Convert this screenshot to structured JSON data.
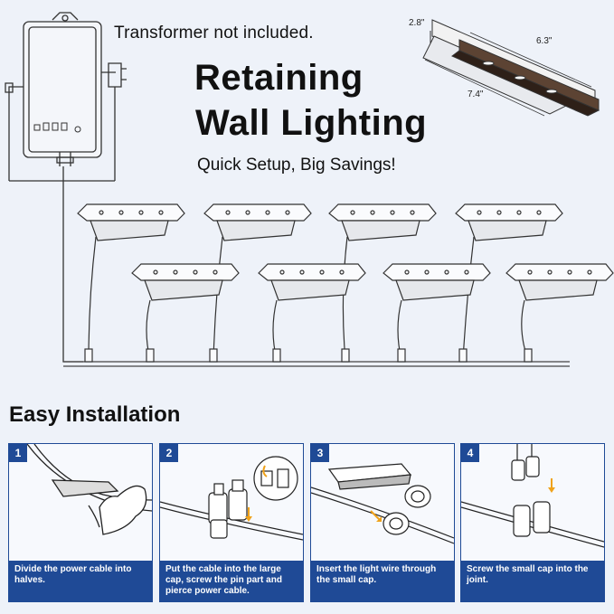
{
  "header": {
    "note": "Transformer not included.",
    "title_line1": "Retaining",
    "title_line2": "Wall Lighting",
    "tagline": "Quick Setup, Big Savings!"
  },
  "dimensions": {
    "height": "2.8\"",
    "length": "6.3\"",
    "width": "7.4\""
  },
  "section_title": "Easy Installation",
  "steps": [
    {
      "number": "1",
      "caption": "Divide the power cable into halves."
    },
    {
      "number": "2",
      "caption": "Put the cable into the large cap, screw the pin part and pierce power cable."
    },
    {
      "number": "3",
      "caption": "Insert the light wire through the small cap."
    },
    {
      "number": "4",
      "caption": "Screw the small cap into the joint."
    }
  ],
  "colors": {
    "accent": "#1f4a96",
    "arrow": "#f0a21a"
  }
}
